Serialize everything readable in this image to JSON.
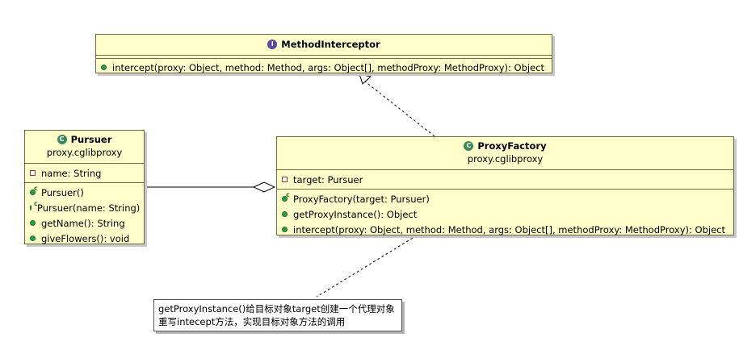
{
  "interface": {
    "name": "MethodInterceptor",
    "methods": [
      "intercept(proxy: Object, method: Method, args: Object[], methodProxy: MethodProxy): Object"
    ]
  },
  "pursuer": {
    "name": "Pursuer",
    "package": "proxy.cglibproxy",
    "attributes": [
      "name: String"
    ],
    "constructors": [
      "Pursuer()",
      "Pursuer(name: String)"
    ],
    "methods": [
      "getName(): String",
      "giveFlowers(): void"
    ]
  },
  "proxy_factory": {
    "name": "ProxyFactory",
    "package": "proxy.cglibproxy",
    "attributes": [
      "target: Pursuer"
    ],
    "constructors": [
      "ProxyFactory(target: Pursuer)"
    ],
    "methods": [
      "getProxyInstance(): Object",
      "intercept(proxy: Object, method: Method, args: Object[], methodProxy: MethodProxy): Object"
    ]
  },
  "note": {
    "line1": "getProxyInstance()给目标对象target创建一个代理对象",
    "line2": "重写intecept方法，实现目标对象方法的调用"
  },
  "colors": {
    "box_fill": "#ffffcc",
    "class_icon": "#3c8a5c",
    "interface_icon": "#5a4aa0",
    "public": "#2e9e46",
    "private": "#b03030"
  }
}
